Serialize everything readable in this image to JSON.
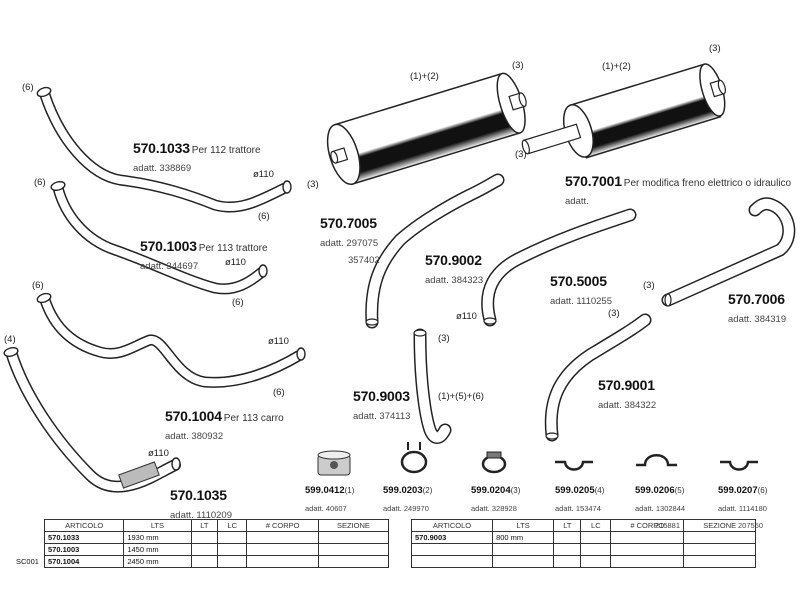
{
  "parts": {
    "p1033": {
      "code": "570.1033",
      "desc": "Per 112 trattore",
      "adatt": "adatt. 338869"
    },
    "p1003": {
      "code": "570.1003",
      "desc": "Per 113 trattore",
      "adatt": "adatt. 344697"
    },
    "p1004": {
      "code": "570.1004",
      "desc": "Per 113 carro",
      "adatt": "adatt. 380932"
    },
    "p1035": {
      "code": "570.1035",
      "adatt": "adatt. 1110209"
    },
    "p7005": {
      "code": "570.7005",
      "adatt1": "adatt. 297075",
      "adatt2": "357402"
    },
    "p7001": {
      "code": "570.7001",
      "desc": "Per modifica freno elettrico o idraulico",
      "adatt": "adatt."
    },
    "p9002": {
      "code": "570.9002",
      "adatt": "adatt. 384323"
    },
    "p5005": {
      "code": "570.5005",
      "adatt": "adatt. 1110255"
    },
    "p7006": {
      "code": "570.7006",
      "adatt": "adatt. 384319"
    },
    "p9003": {
      "code": "570.9003",
      "adatt": "adatt. 374113"
    },
    "p9001": {
      "code": "570.9001",
      "adatt": "adatt. 384322"
    }
  },
  "callouts": {
    "six": "(6)",
    "four": "(4)",
    "three": "(3)",
    "d110": "ø110",
    "one_two": "(1)+(2)",
    "one_five_six": "(1)+(5)+(6)"
  },
  "accessories": [
    {
      "code": "599.0412",
      "note": "(1)",
      "adatt": "adatt. 40607",
      "icon": "rubber-mount-icon"
    },
    {
      "code": "599.0203",
      "note": "(2)",
      "adatt": "adatt. 249970",
      "icon": "pipe-clamp-icon"
    },
    {
      "code": "599.0204",
      "note": "(3)",
      "adatt": "adatt. 328928",
      "icon": "hose-clamp-icon"
    },
    {
      "code": "599.0205",
      "note": "(4)",
      "adatt": "adatt. 153474",
      "icon": "u-bracket-icon"
    },
    {
      "code": "599.0206",
      "note": "(5)",
      "adatt": "adatt. 1302844",
      "adatt2": "215881",
      "icon": "u-bracket-icon"
    },
    {
      "code": "599.0207",
      "note": "(6)",
      "adatt": "adatt. 1114180",
      "adatt2": "207550",
      "icon": "u-bracket-icon"
    }
  ],
  "table_left": {
    "headers": [
      "ARTICOLO",
      "LTS",
      "LT",
      "LC",
      "# CORPO",
      "SEZIONE"
    ],
    "rows": [
      [
        "570.1033",
        "1930 mm",
        "",
        "",
        "",
        ""
      ],
      [
        "570.1003",
        "1450 mm",
        "",
        "",
        "",
        ""
      ],
      [
        "570.1004",
        "2450 mm",
        "",
        "",
        "",
        ""
      ]
    ]
  },
  "table_right": {
    "headers": [
      "ARTICOLO",
      "LTS",
      "LT",
      "LC",
      "# CORPO",
      "SEZIONE"
    ],
    "rows": [
      [
        "570.9003",
        "800 mm",
        "",
        "",
        "",
        ""
      ],
      [
        "",
        "",
        "",
        "",
        "",
        ""
      ],
      [
        "",
        "",
        "",
        "",
        "",
        ""
      ]
    ]
  },
  "sheet_code": "SC001"
}
